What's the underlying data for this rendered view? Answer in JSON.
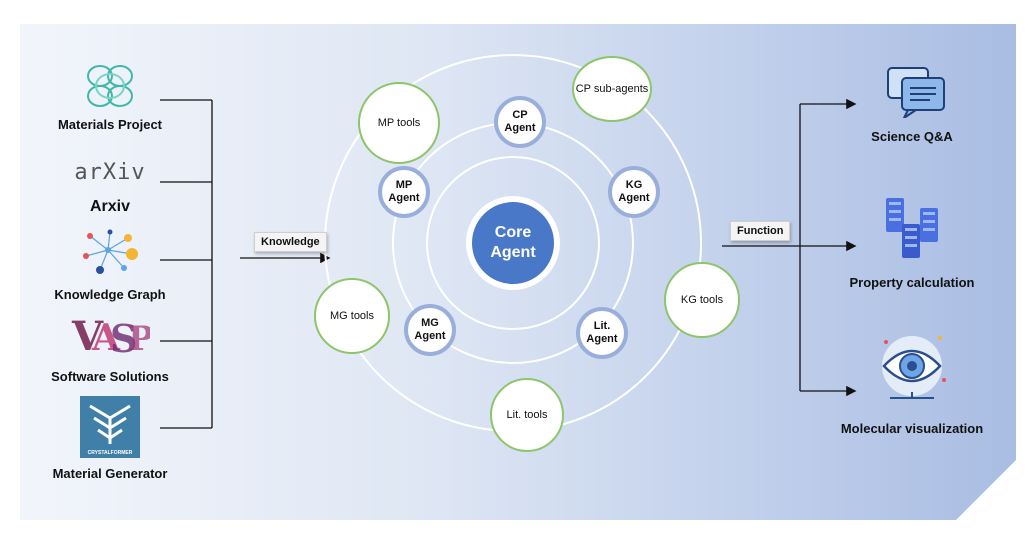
{
  "sources": {
    "materials_project": "Materials Project",
    "arxiv": "Arxiv",
    "arxiv_logo_text": "arXiv",
    "knowledge_graph": "Knowledge Graph",
    "software": "Software Solutions",
    "material_generator": "Material Generator",
    "crystalformer_text": "CRYSTALFORMER"
  },
  "connectors": {
    "knowledge": "Knowledge",
    "function": "Function"
  },
  "core": {
    "label": "Core Agent"
  },
  "agents": {
    "cp": "CP Agent",
    "kg": "KG Agent",
    "mp": "MP Agent",
    "mg": "MG Agent",
    "lit": "Lit. Agent"
  },
  "tools": {
    "mp": "MP tools",
    "cp": "CP sub-agents",
    "kg": "KG tools",
    "mg": "MG tools",
    "lit": "Lit. tools"
  },
  "outputs": {
    "qa": "Science Q&A",
    "property": "Property calculation",
    "visualization": "Molecular visualization"
  },
  "colors": {
    "core": "#4a78c8",
    "agent_border": "#9aaedc",
    "tool_border": "#8cc56a"
  }
}
